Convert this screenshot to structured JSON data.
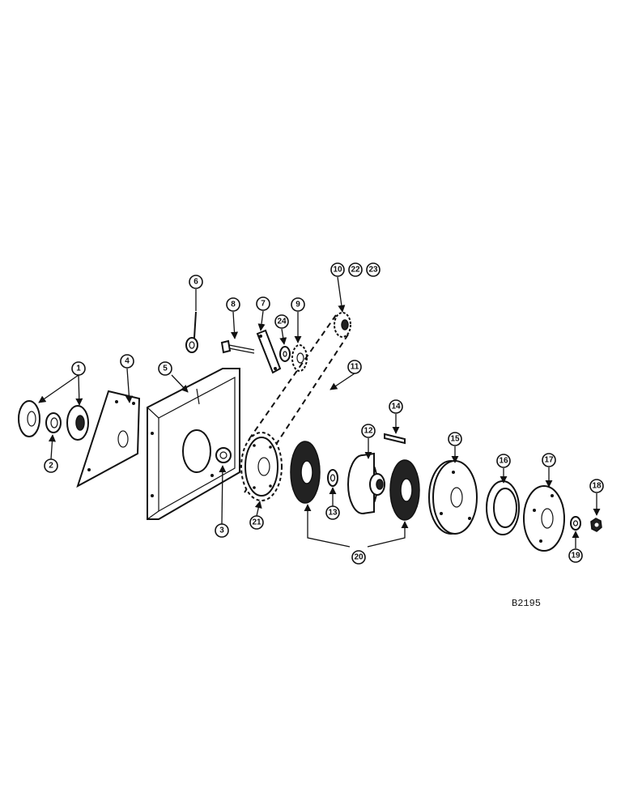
{
  "callouts": {
    "c1": "1",
    "c2": "2",
    "c3": "3",
    "c4": "4",
    "c5": "5",
    "c6": "6",
    "c7": "7",
    "c8": "8",
    "c9": "9",
    "c10": "10",
    "c11": "11",
    "c12": "12",
    "c13": "13",
    "c14": "14",
    "c15": "15",
    "c16": "16",
    "c17": "17",
    "c18": "18",
    "c19": "19",
    "c20": "20",
    "c21": "21",
    "c22": "22",
    "c23": "23",
    "c24": "24"
  },
  "figure_code": "B2195"
}
